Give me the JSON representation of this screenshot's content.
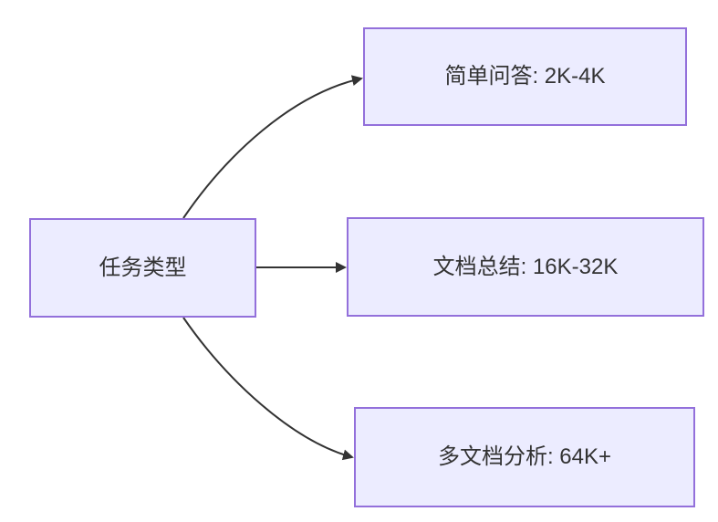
{
  "diagram": {
    "type": "flowchart-LR",
    "nodes": [
      {
        "id": "task-type",
        "label": "任务类型"
      },
      {
        "id": "simple-qa",
        "label": "简单问答: 2K-4K"
      },
      {
        "id": "doc-summary",
        "label": "文档总结: 16K-32K"
      },
      {
        "id": "multi-doc",
        "label": "多文档分析: 64K+"
      }
    ],
    "edges": [
      {
        "from": "task-type",
        "to": "simple-qa"
      },
      {
        "from": "task-type",
        "to": "doc-summary"
      },
      {
        "from": "task-type",
        "to": "multi-doc"
      }
    ],
    "colors": {
      "node_fill": "#ECECFF",
      "node_border": "#9370DB",
      "edge": "#333333",
      "text": "#333333",
      "background": "#ffffff"
    }
  }
}
